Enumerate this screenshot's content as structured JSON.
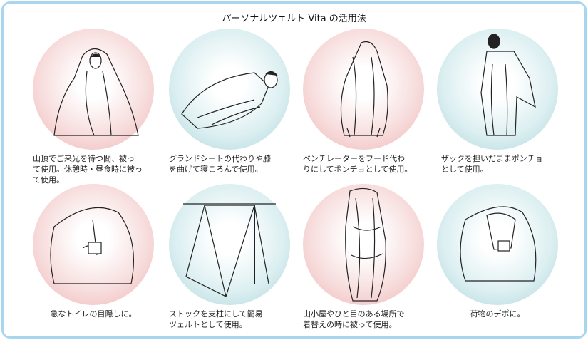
{
  "title": "パーソナルツェルト Vita の活用法",
  "colors": {
    "border": "#a8d6ee",
    "pink": "#f0b3b3",
    "blue": "#a9d4da"
  },
  "panels": [
    {
      "tone": "pink",
      "illustration": "person-wrapped-hood-icon",
      "caption": "山頂でご来光を待つ間、被っ\nて使用。休憩時・昼食時に被っ\nて使用。"
    },
    {
      "tone": "blue",
      "illustration": "person-lying-icon",
      "caption": "グランドシートの代わりや膝\nを曲げて寝ころんで使用。"
    },
    {
      "tone": "pink",
      "illustration": "hooded-cloak-icon",
      "caption": "ベンチレーターをフード代わ\nりにしてポンチョとして使用。"
    },
    {
      "tone": "blue",
      "illustration": "person-backpack-poncho-icon",
      "caption": "ザックを担いだままポンチョ\nとして使用。"
    },
    {
      "tone": "pink",
      "illustration": "toilet-cover-icon",
      "caption": "急なトイレの目隠しに。"
    },
    {
      "tone": "blue",
      "illustration": "stick-shelter-icon",
      "caption": "ストックを支柱にして簡易\nツェルトとして使用。"
    },
    {
      "tone": "pink",
      "illustration": "changing-cover-icon",
      "caption": "山小屋やひと目のある場所で\n着替えの時に被って使用。"
    },
    {
      "tone": "blue",
      "illustration": "gear-depot-icon",
      "caption": "荷物のデポに。"
    }
  ]
}
